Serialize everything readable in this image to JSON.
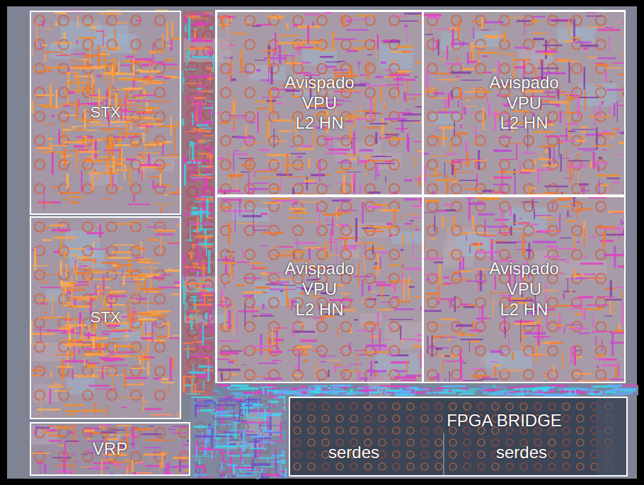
{
  "diagram": {
    "nodes": [
      {
        "text": [
          "STX"
        ]
      },
      {
        "text": [
          "Avispado",
          "VPU",
          "L2 HN"
        ]
      },
      {
        "text": [
          "Avispado",
          "VPU",
          "L2 HN"
        ]
      },
      {
        "text": [
          "STX"
        ]
      },
      {
        "text": [
          "Avispado",
          "VPU",
          "L2 HN"
        ]
      },
      {
        "text": [
          "Avispado",
          "VPU",
          "L2 HN"
        ]
      },
      {
        "text": [
          "VRP"
        ]
      },
      {
        "text": [
          "FPGA BRIDGE"
        ]
      }
    ],
    "labels": [
      "serdes",
      "serdes"
    ]
  }
}
